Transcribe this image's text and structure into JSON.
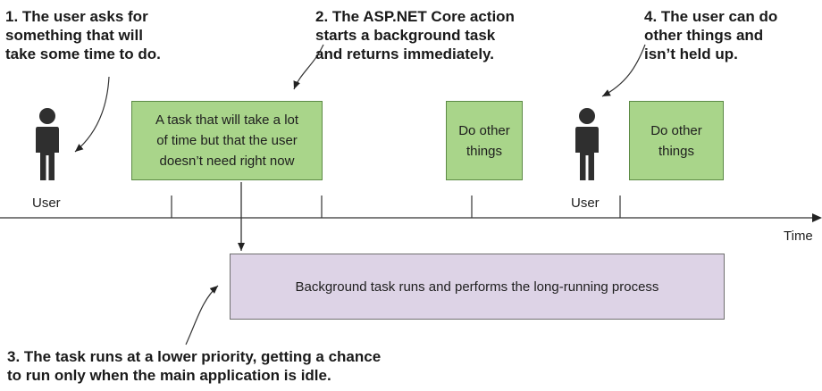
{
  "callouts": {
    "c1": "1. The user asks for\n    something that will\n    take some time to do.",
    "c2": "2. The ASP.NET Core action\n    starts a background task\n    and returns immediately.",
    "c3": "3. The task runs at a lower priority, getting a chance\n    to run only when the main application is idle.",
    "c4": "4. The user can do\n    other things and\n    isn’t held up."
  },
  "boxes": {
    "long_task": "A task that will take a lot\nof time but that the user\ndoesn’t need right now",
    "other_1": "Do other\nthings",
    "other_2": "Do other\nthings",
    "background": "Background task runs and performs the long-running process"
  },
  "labels": {
    "user_1": "User",
    "user_2": "User",
    "time_axis": "Time"
  },
  "icons": {
    "user_1": "person-icon",
    "user_2": "person-icon"
  },
  "colors": {
    "task_box": "#a9d58a",
    "background_box": "#ddd3e6",
    "icon": "#2f2f2f"
  }
}
